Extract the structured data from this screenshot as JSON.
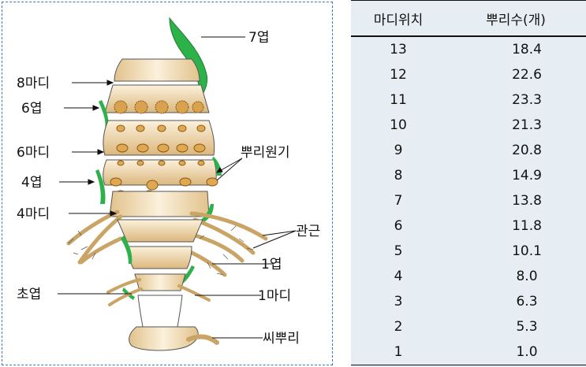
{
  "labels": {
    "leaf7": "7엽",
    "node8": "8마디",
    "leaf6": "6엽",
    "node6": "6마디",
    "root_primordia": "뿌리원기",
    "leaf4": "4엽",
    "node4": "4마디",
    "crown_roots": "관근",
    "leaf1": "1엽",
    "coleoptile": "초엽",
    "node1": "1마디",
    "seminal_root": "씨뿌리"
  },
  "table": {
    "headers": [
      "마디위치",
      "뿌리수(개)"
    ],
    "rows": [
      [
        "13",
        "18.4"
      ],
      [
        "12",
        "22.6"
      ],
      [
        "11",
        "23.3"
      ],
      [
        "10",
        "21.3"
      ],
      [
        "9",
        "20.8"
      ],
      [
        "8",
        "14.9"
      ],
      [
        "7",
        "13.8"
      ],
      [
        "6",
        "11.8"
      ],
      [
        "5",
        "10.1"
      ],
      [
        "4",
        "8.0"
      ],
      [
        "3",
        "6.3"
      ],
      [
        "2",
        "5.3"
      ],
      [
        "1",
        "1.0"
      ]
    ]
  },
  "colors": {
    "leaf_green": "#2db24a",
    "stem_tan": "#e8cfa0",
    "stem_dark": "#d6b27a",
    "border_blue": "#3a78c8",
    "table_bg": "#e7eef3"
  }
}
